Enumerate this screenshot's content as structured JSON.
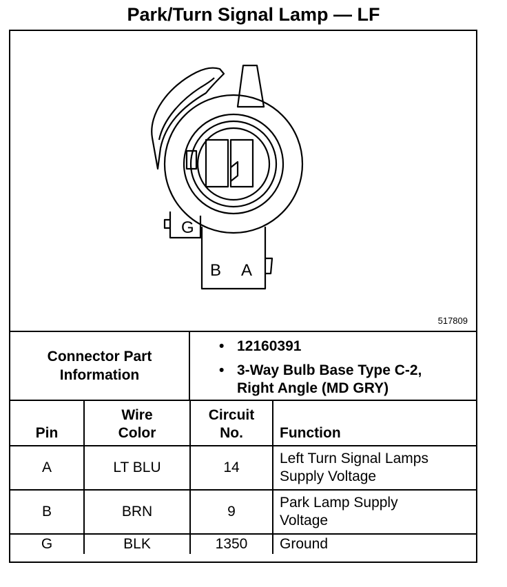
{
  "title": "Park/Turn Signal Lamp — LF",
  "figure_number": "517809",
  "connector_labels": {
    "g": "G",
    "b": "B",
    "a": "A"
  },
  "connector_info": {
    "label_line1": "Connector Part",
    "label_line2": "Information",
    "bullet": "•",
    "part_number": "12160391",
    "description_line1": "3-Way Bulb Base Type C-2,",
    "description_line2": "Right Angle (MD GRY)"
  },
  "table": {
    "headers": {
      "pin": "Pin",
      "wire_line1": "Wire",
      "wire_line2": "Color",
      "circuit_line1": "Circuit",
      "circuit_line2": "No.",
      "function": "Function"
    },
    "rows": [
      {
        "pin": "A",
        "wire": "LT BLU",
        "circuit": "14",
        "function_line1": "Left Turn Signal Lamps",
        "function_line2": "Supply Voltage"
      },
      {
        "pin": "B",
        "wire": "BRN",
        "circuit": "9",
        "function_line1": "Park Lamp Supply",
        "function_line2": "Voltage"
      },
      {
        "pin": "G",
        "wire": "BLK",
        "circuit": "1350",
        "function_line1": "Ground",
        "function_line2": ""
      }
    ]
  }
}
